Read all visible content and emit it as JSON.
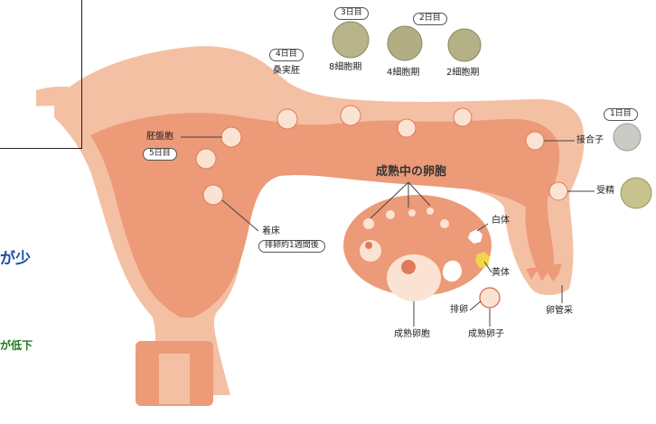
{
  "labels": {
    "day4": "4日目",
    "day3": "3日目",
    "day2": "2日目",
    "day1": "1日目",
    "day5": "5日目",
    "morula": "桑実胚",
    "cell8": "8細胞期",
    "cell4": "4細胞期",
    "cell2": "2細胞期",
    "zygote": "接合子",
    "fertilization": "受精",
    "blastocyst": "胚盤胞",
    "maturing_follicle": "成熟中の卵胞",
    "corpus_albicans": "白体",
    "corpus_luteum": "黄体",
    "implantation": "着床",
    "implantation_note": "排卵約1週間後",
    "ovulation": "排卵",
    "mature_follicle": "成熟卵胞",
    "mature_egg": "成熟卵子",
    "fimbriae": "卵管采"
  },
  "side_text": {
    "blue": "が少",
    "green": "が低下"
  },
  "colors": {
    "organ": "#f4c0a4",
    "lining": "#ec9a78",
    "cell": "#fbe3d3",
    "blue_text": "#1f4fa8",
    "green_text": "#1e7a22"
  }
}
